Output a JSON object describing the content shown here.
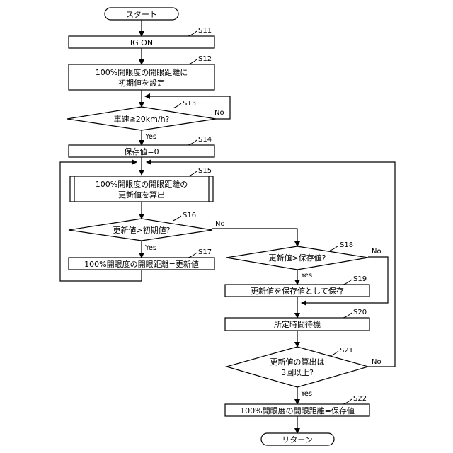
{
  "flowchart": {
    "nodes": {
      "start": {
        "lines": [
          "スタート"
        ]
      },
      "s11": {
        "lines": [
          "IG ON"
        ],
        "step": "S11"
      },
      "s12": {
        "lines": [
          "100%開眼度の開眼距離に",
          "初期値を設定"
        ],
        "step": "S12"
      },
      "s13": {
        "lines": [
          "車速≧20km/h?"
        ],
        "step": "S13"
      },
      "s14": {
        "lines": [
          "保存値=0"
        ],
        "step": "S14"
      },
      "s15": {
        "lines": [
          "100%開眼度の開眼距離の",
          "更新値を算出"
        ],
        "step": "S15"
      },
      "s16": {
        "lines": [
          "更新値>初期値?"
        ],
        "step": "S16"
      },
      "s17": {
        "lines": [
          "100%開眼度の開眼距離=更新値"
        ],
        "step": "S17"
      },
      "s18": {
        "lines": [
          "更新値>保存値?"
        ],
        "step": "S18"
      },
      "s19": {
        "lines": [
          "更新値を保存値として保存"
        ],
        "step": "S19"
      },
      "s20": {
        "lines": [
          "所定時間待機"
        ],
        "step": "S20"
      },
      "s21": {
        "lines": [
          "更新値の算出は",
          "3回以上?"
        ],
        "step": "S21"
      },
      "s22": {
        "lines": [
          "100%開眼度の開眼距離=保存値"
        ],
        "step": "S22"
      },
      "end": {
        "lines": [
          "リターン"
        ]
      }
    },
    "branch_labels": {
      "s13_yes": "Yes",
      "s13_no": "No",
      "s16_yes": "Yes",
      "s16_no": "No",
      "s18_yes": "Yes",
      "s18_no": "No",
      "s21_yes": "Yes",
      "s21_no": "No"
    }
  }
}
